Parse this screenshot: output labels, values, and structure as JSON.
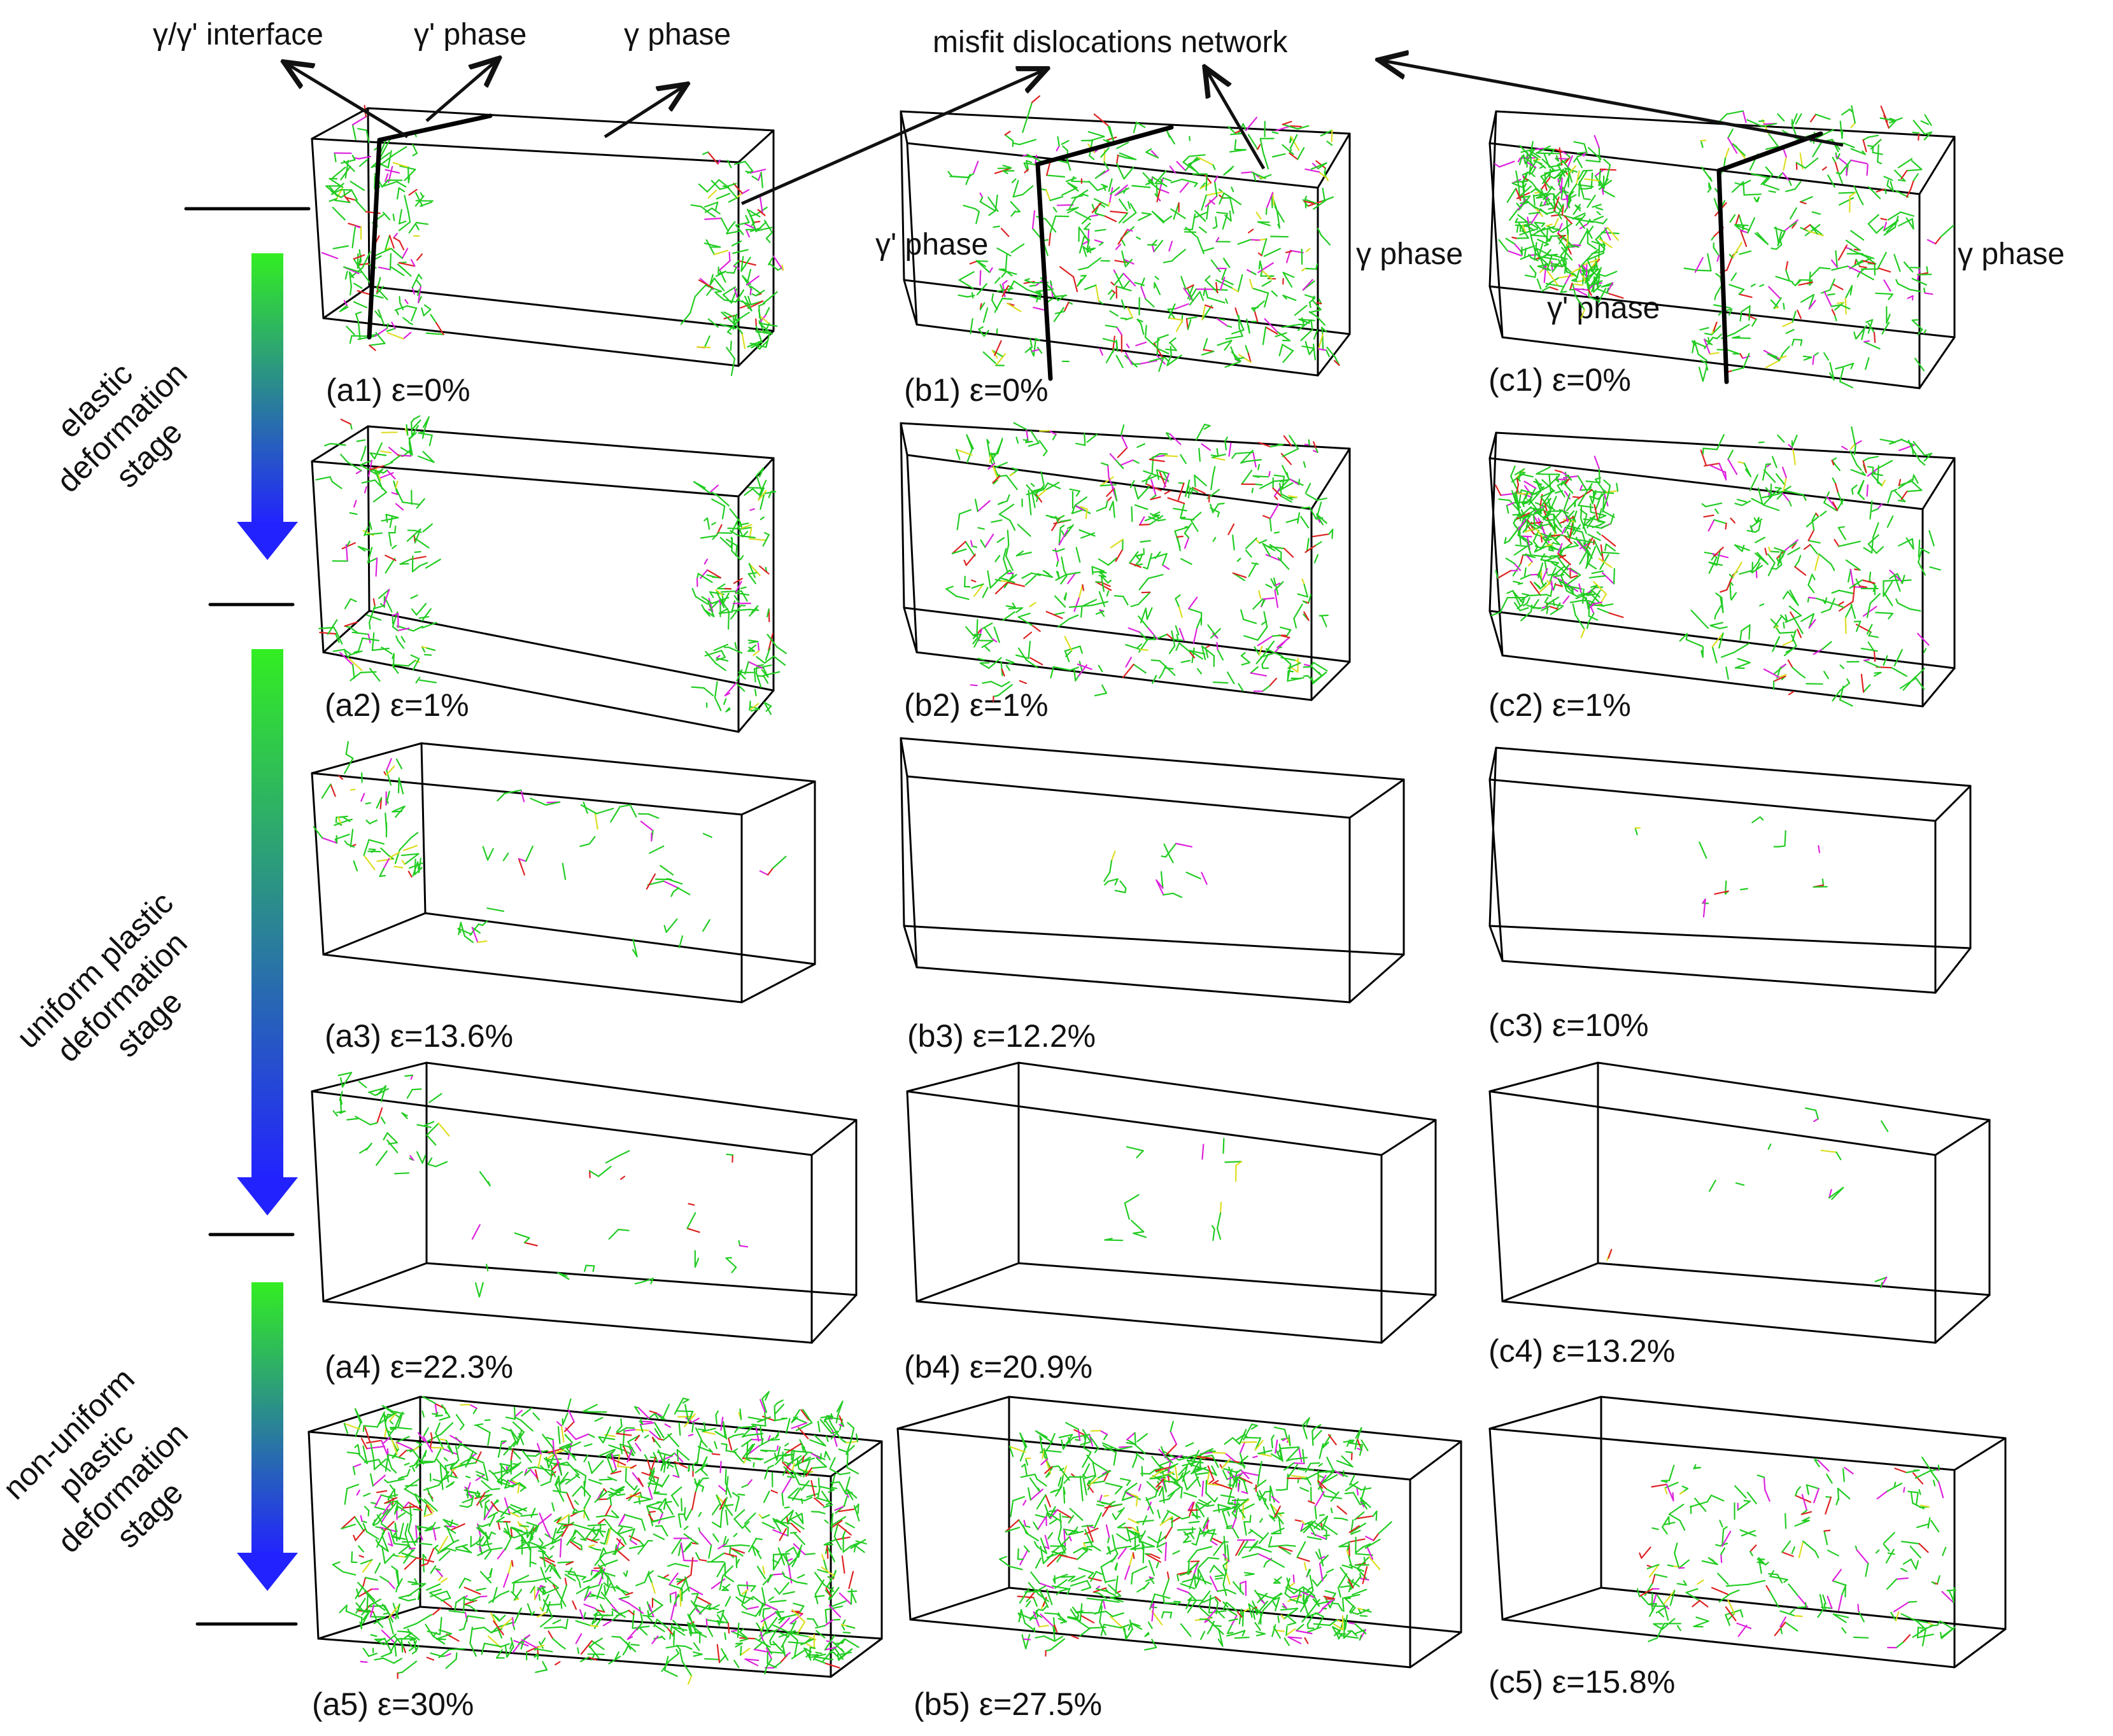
{
  "annotations": {
    "interface": "γ/γ' interface",
    "gamma_prime_phase": "γ' phase",
    "gamma_phase": "γ phase",
    "misfit_network": "misfit dislocations network"
  },
  "phase_labels": {
    "b_left": "γ' phase",
    "b_right": "γ phase",
    "c_left": "γ' phase",
    "c_right": "γ phase"
  },
  "stages": [
    {
      "lines": [
        "elastic",
        "deformation",
        "stage"
      ]
    },
    {
      "lines": [
        "uniform plastic",
        "deformation",
        "stage"
      ]
    },
    {
      "lines": [
        "non-uniform",
        "plastic",
        "deformation",
        "stage"
      ]
    }
  ],
  "panels": [
    {
      "id": "(a1)",
      "strain": "ε=0%",
      "column": "a",
      "row": 1,
      "density": 0.2
    },
    {
      "id": "(b1)",
      "strain": "ε=0%",
      "column": "b",
      "row": 1,
      "density": 0.35
    },
    {
      "id": "(c1)",
      "strain": "ε=0%",
      "column": "c",
      "row": 1,
      "density": 0.45
    },
    {
      "id": "(a2)",
      "strain": "ε=1%",
      "column": "a",
      "row": 2,
      "density": 0.2
    },
    {
      "id": "(b2)",
      "strain": "ε=1%",
      "column": "b",
      "row": 2,
      "density": 0.35
    },
    {
      "id": "(c2)",
      "strain": "ε=1%",
      "column": "c",
      "row": 2,
      "density": 0.45
    },
    {
      "id": "(a3)",
      "strain": "ε=13.6%",
      "column": "a",
      "row": 3,
      "density": 0.08
    },
    {
      "id": "(b3)",
      "strain": "ε=12.2%",
      "column": "b",
      "row": 3,
      "density": 0.01
    },
    {
      "id": "(c3)",
      "strain": "ε=10%",
      "column": "c",
      "row": 3,
      "density": 0.01
    },
    {
      "id": "(a4)",
      "strain": "ε=22.3%",
      "column": "a",
      "row": 4,
      "density": 0.05
    },
    {
      "id": "(b4)",
      "strain": "ε=20.9%",
      "column": "b",
      "row": 4,
      "density": 0.01
    },
    {
      "id": "(c4)",
      "strain": "ε=13.2%",
      "column": "c",
      "row": 4,
      "density": 0.01
    },
    {
      "id": "(a5)",
      "strain": "ε=30%",
      "column": "a",
      "row": 5,
      "density": 1.0
    },
    {
      "id": "(b5)",
      "strain": "ε=27.5%",
      "column": "b",
      "row": 5,
      "density": 0.6
    },
    {
      "id": "(c5)",
      "strain": "ε=15.8%",
      "column": "c",
      "row": 5,
      "density": 0.15
    }
  ],
  "colors": {
    "dislocation_main": "#22cc22",
    "dislocation_secondary": "#dd22dd",
    "dislocation_tertiary": "#dd2222",
    "dislocation_quaternary": "#dddd22",
    "arrow_top": "#33ee22",
    "arrow_bottom": "#2222ff",
    "box_edge": "#000000"
  }
}
